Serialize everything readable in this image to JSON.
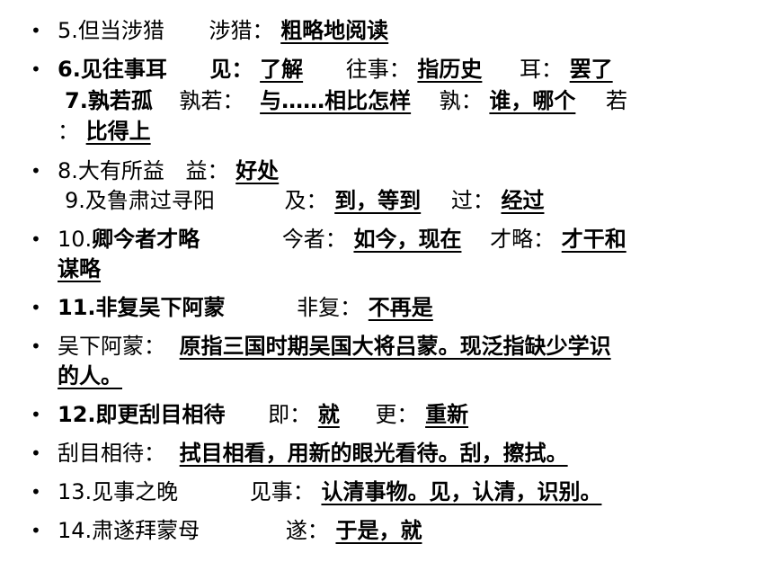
{
  "items": [
    {
      "num": "5.",
      "term": "但当涉猎",
      "k1": "涉猎：",
      "a1": " 粗略地阅读 "
    },
    {
      "num": "6.",
      "term": "见往事耳",
      "k1": "见：",
      "a1": " 了解 ",
      "k2": "往事：",
      "a2": " 指历史 ",
      "k3": "耳：",
      "a3": " 罢了"
    },
    {
      "num": "7.",
      "term": "孰若孤",
      "k1": "孰若：",
      "a1": " 与……相比怎样 ",
      "k2": "孰：",
      "a2": " 谁，哪个 ",
      "k3": "若",
      "cont_colon": "：",
      "a3": " 比得上 "
    },
    {
      "num": "8.",
      "term": "大有所益",
      "k1": "益：",
      "a1": " 好处 "
    },
    {
      "num": "9.",
      "term": "及鲁肃过寻阳",
      "k1": "及：",
      "a1": " 到，等到 ",
      "k2": "过：",
      "a2": " 经过"
    },
    {
      "num": "10.",
      "term": "卿今者才略",
      "k1": "今者：",
      "a1": " 如今，现在 ",
      "k2": "才略：",
      "a2": " 才干和",
      "a2b": "谋略"
    },
    {
      "num": "11.",
      "term": "非复吴下阿蒙",
      "k1": "非复：",
      "a1": " 不再是"
    },
    {
      "k1": "吴下阿蒙：",
      "a1": " 原指三国时期吴国大将吕蒙。现泛指缺少学识",
      "a1b": "的人。 "
    },
    {
      "num": "12.",
      "term": "即更刮目相待",
      "k1": "即：",
      "a1": " 就 ",
      "k2": "更：",
      "a2": " 重新"
    },
    {
      "k1": "刮目相待：",
      "a1": " 拭目相看，用新的眼光看待。刮，擦拭。 "
    },
    {
      "num": "13.",
      "term": "见事之晚",
      "k1": "见事：",
      "a1": " 认清事物。见，认清，识别。 "
    },
    {
      "num": "14.",
      "term": "肃遂拜蒙母",
      "k1": "遂：",
      "a1": " 于是，就"
    }
  ],
  "bullet_char": "•"
}
